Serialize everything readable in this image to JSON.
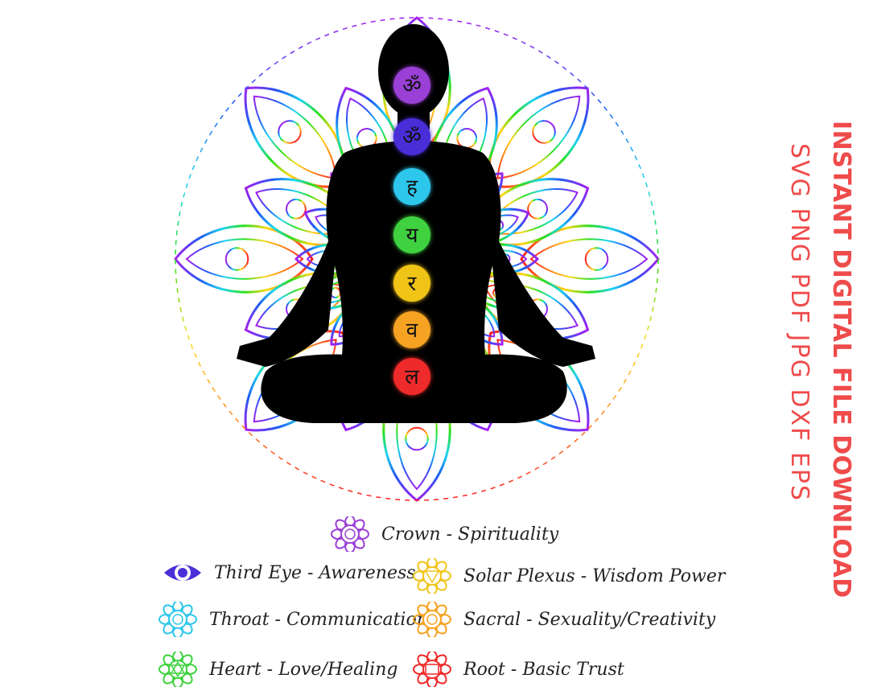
{
  "banner": {
    "title": "INSTANT DIGITAL FILE DOWNLOAD",
    "formats": "SVG  PNG  PDF JPG DXF EPS",
    "color": "#ef4b4b"
  },
  "chakras": [
    {
      "key": "crown",
      "label": "Crown - Spirituality",
      "color": "#9b3fd6",
      "icon": "crown-chakra-icon",
      "glyph": "ॐ"
    },
    {
      "key": "third_eye",
      "label": "Third Eye - Awareness",
      "color": "#4a2fd8",
      "icon": "third-eye-chakra-icon",
      "glyph": "ॐ"
    },
    {
      "key": "throat",
      "label": "Throat - Communication",
      "color": "#2ec7ec",
      "icon": "throat-chakra-icon",
      "glyph": "ह"
    },
    {
      "key": "heart",
      "label": "Heart - Love/Healing",
      "color": "#3fd13f",
      "icon": "heart-chakra-icon",
      "glyph": "य"
    },
    {
      "key": "solar_plexus",
      "label": "Solar Plexus - Wisdom Power",
      "color": "#f0c419",
      "icon": "solar-plexus-chakra-icon",
      "glyph": "र"
    },
    {
      "key": "sacral",
      "label": "Sacral - Sexuality/Creativity",
      "color": "#f6a221",
      "icon": "sacral-chakra-icon",
      "glyph": "व"
    },
    {
      "key": "root",
      "label": "Root - Basic Trust",
      "color": "#ef2a2a",
      "icon": "root-chakra-icon",
      "glyph": "ल"
    }
  ],
  "illustration": {
    "silhouette_color": "#000000",
    "mandala_gradient": [
      "#ff1f1f",
      "#ff9a1a",
      "#ffe21a",
      "#27e01b",
      "#1fd5f0",
      "#1e5cf5",
      "#a51ff0"
    ]
  }
}
